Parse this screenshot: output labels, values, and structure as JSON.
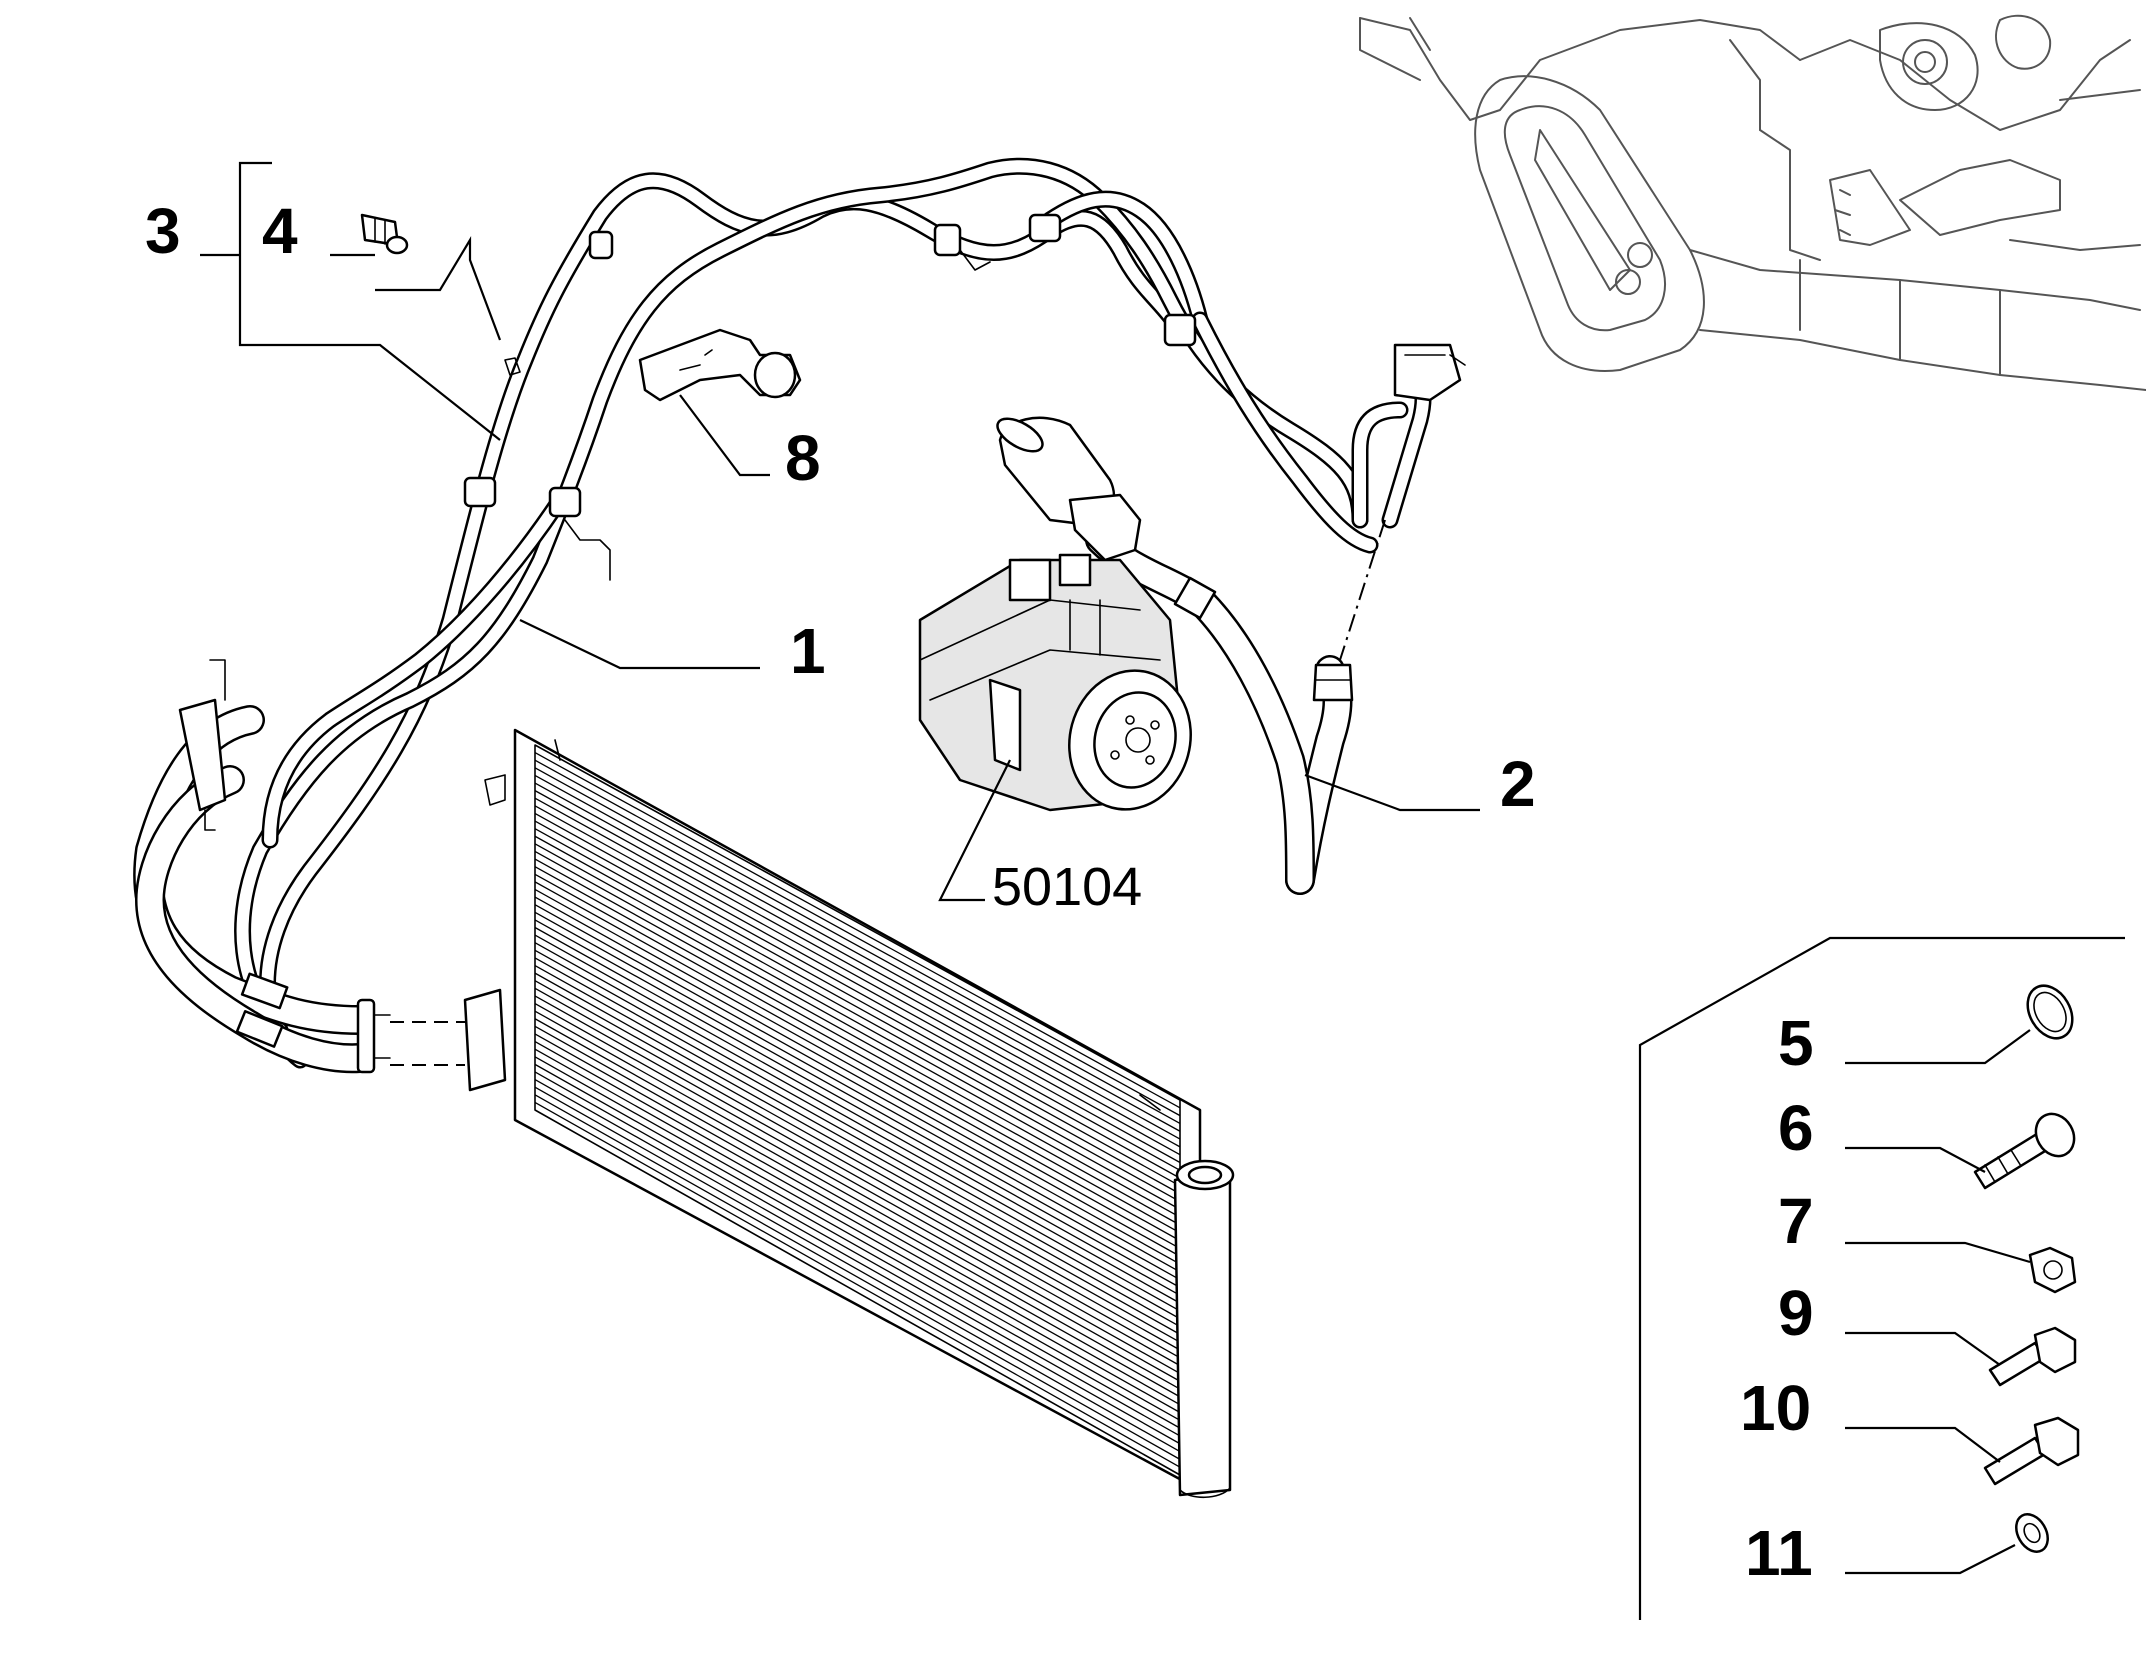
{
  "callouts": {
    "c1": "1",
    "c2": "2",
    "c3": "3",
    "c4": "4",
    "c8": "8",
    "compressor_ref": "50104",
    "c5": "5",
    "c6": "6",
    "c7": "7",
    "c9": "9",
    "c10": "10",
    "c11": "11"
  }
}
